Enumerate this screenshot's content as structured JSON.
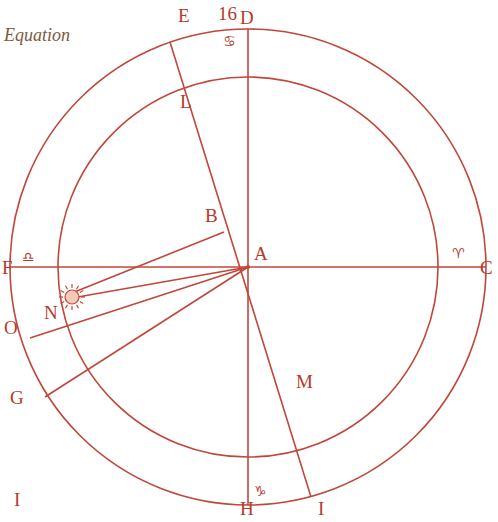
{
  "diagram": {
    "labels": [
      "Equation",
      "16",
      "E",
      "D",
      "♋",
      "L",
      "B",
      "A",
      "F",
      "♎",
      "C",
      "♈",
      "N",
      "O",
      "G",
      "M",
      "H",
      "♑",
      "I",
      "I"
    ]
  }
}
